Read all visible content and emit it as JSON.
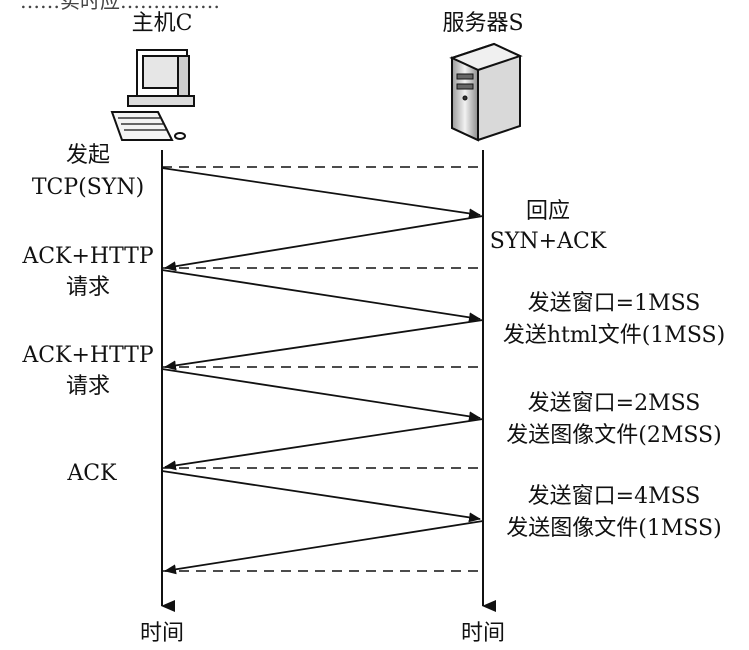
{
  "top_fragment": "……实时应……………",
  "client": {
    "label": "主机C",
    "icon": "desktop-computer-icon",
    "timeline_label": "时间"
  },
  "server": {
    "label": "服务器S",
    "icon": "server-tower-icon",
    "timeline_label": "时间"
  },
  "client_notes": [
    {
      "lines": [
        "发起",
        "TCP(SYN)"
      ]
    },
    {
      "lines": [
        "ACK+HTTP",
        "请求"
      ]
    },
    {
      "lines": [
        "ACK+HTTP",
        "请求"
      ]
    },
    {
      "lines": [
        "ACK"
      ]
    }
  ],
  "server_notes": [
    {
      "lines": [
        "回应",
        "SYN+ACK"
      ]
    },
    {
      "lines": [
        "发送窗口=1MSS",
        "发送html文件(1MSS)"
      ]
    },
    {
      "lines": [
        "发送窗口=2MSS",
        "发送图像文件(2MSS)"
      ]
    },
    {
      "lines": [
        "发送窗口=4MSS",
        "发送图像文件(1MSS)"
      ]
    }
  ]
}
